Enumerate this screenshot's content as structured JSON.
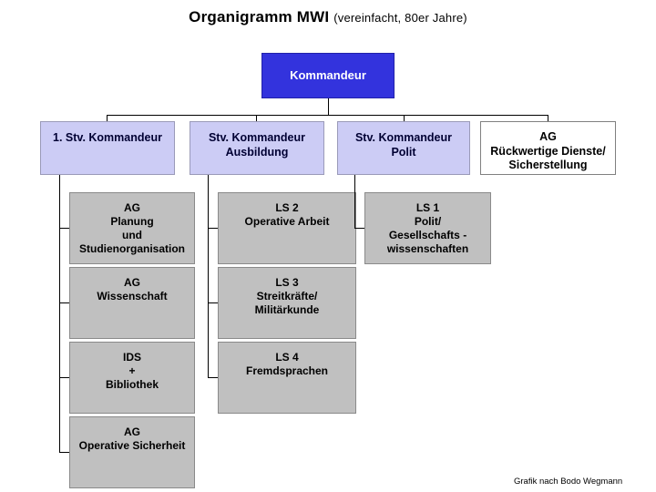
{
  "title": {
    "main": "Organigramm MWI ",
    "sub": "(vereinfacht, 80er Jahre)"
  },
  "credit": "Grafik nach Bodo Wegmann",
  "colors": {
    "root_fill": "#3333dd",
    "root_text": "#ffffff",
    "deputy_fill": "#ccccf5",
    "deputy_text": "#000033",
    "unit_fill": "#c0c0c0",
    "plain_fill": "#ffffff",
    "line": "#000000"
  },
  "nodes": {
    "root": {
      "label": "Kommandeur"
    },
    "deputies": [
      {
        "label": "1. Stv. Kommandeur"
      },
      {
        "label": "Stv. Kommandeur\nAusbildung"
      },
      {
        "label": "Stv. Kommandeur\nPolit"
      },
      {
        "label": "AG\nRückwertige Dienste/\nSicherstellung"
      }
    ],
    "column1": [
      {
        "label": "AG\nPlanung\nund\nStudienorganisation"
      },
      {
        "label": "AG\nWissenschaft"
      },
      {
        "label": "IDS\n+\nBibliothek"
      },
      {
        "label": "AG\nOperative Sicherheit"
      }
    ],
    "column2": [
      {
        "label": "LS 2\nOperative Arbeit"
      },
      {
        "label": "LS 3\nStreitkräfte/\nMilitärkunde"
      },
      {
        "label": "LS 4\nFremdsprachen"
      }
    ],
    "column3": [
      {
        "label": "LS  1\nPolit/\nGesellschafts -\nwissenschaften"
      }
    ]
  }
}
